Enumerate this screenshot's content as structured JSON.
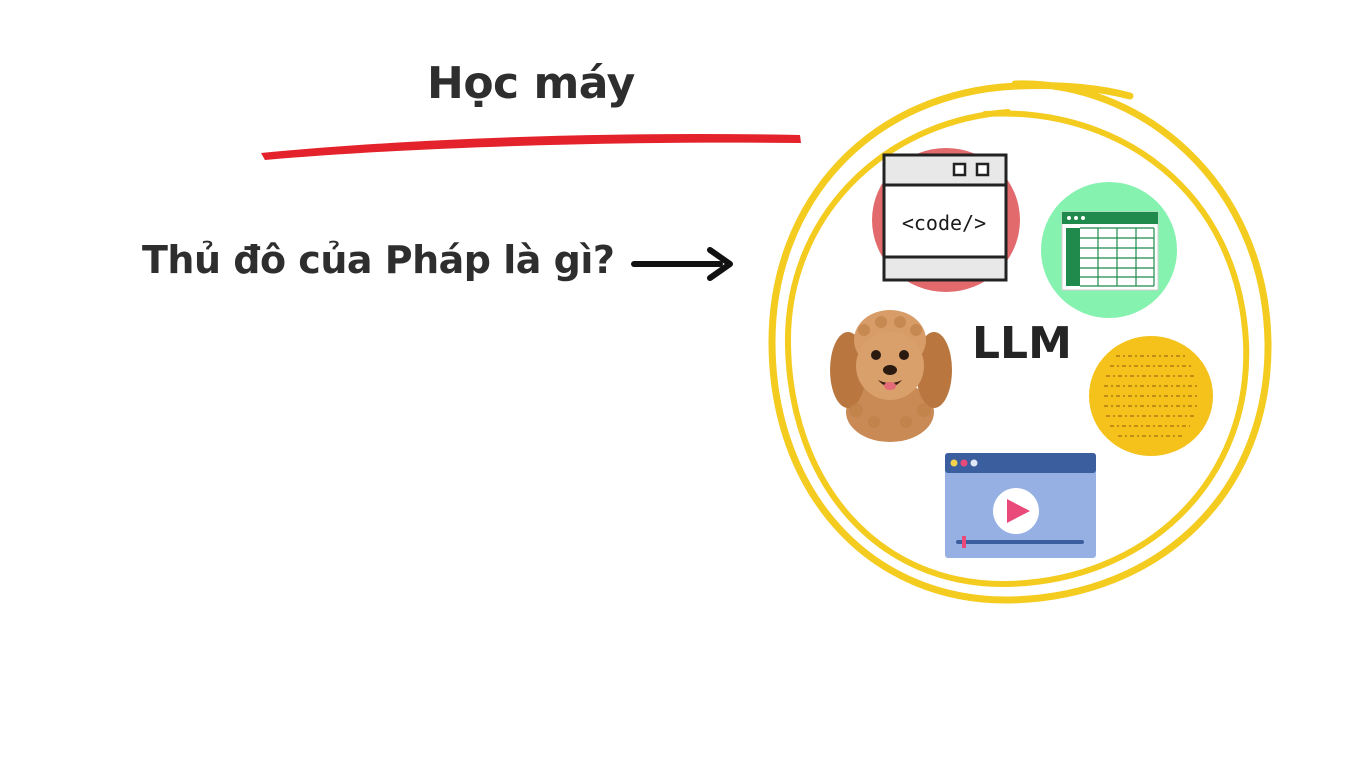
{
  "title": "Học máy",
  "question": "Thủ đô của Pháp là gì?",
  "llm_label": "LLM",
  "code_label": "<code/>",
  "colors": {
    "text": "#2e2e2e",
    "underline": "#e4222b",
    "circle": "#f4cb1f",
    "code_blob": "#e26a6c",
    "sheet_blob": "#86f2b0",
    "sheet_header": "#1f8a4c",
    "doc_blob": "#f4c21a",
    "video_window": "#97b0e3",
    "video_bar": "#3b5f9e",
    "play": "#ea4a7a"
  },
  "icons": [
    "code-window-icon",
    "spreadsheet-icon",
    "dog-image",
    "text-document-icon",
    "video-player-icon",
    "arrow-right-icon"
  ]
}
